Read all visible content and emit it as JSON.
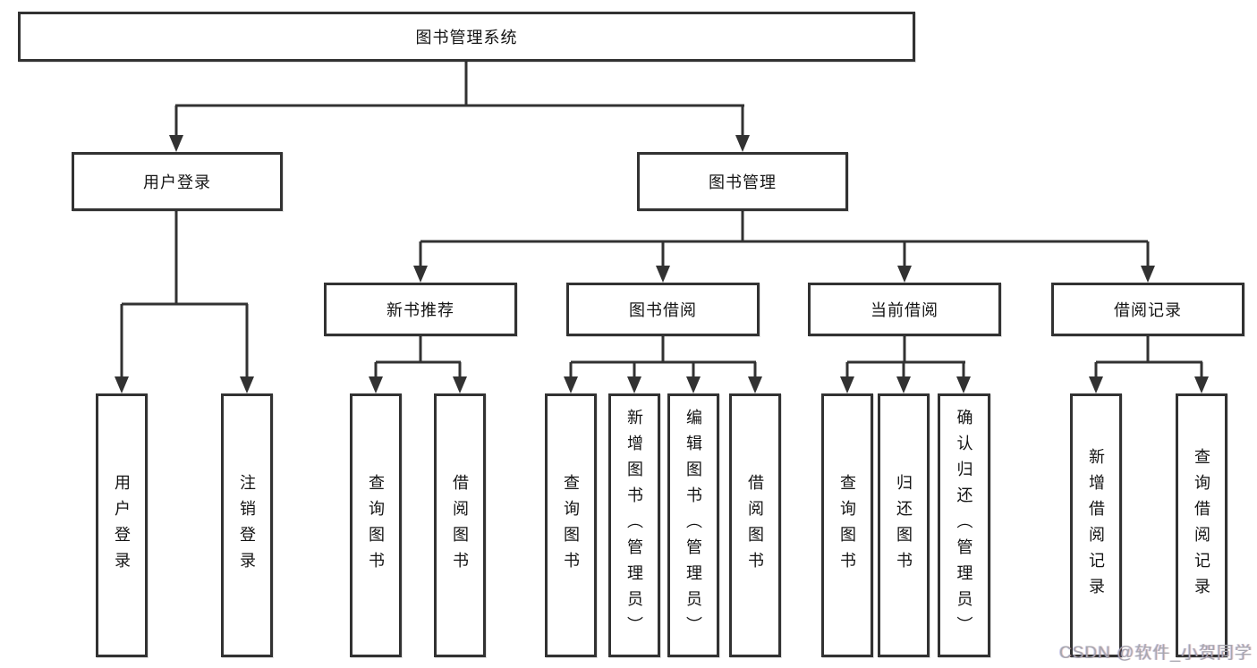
{
  "tree": {
    "label": "图书管理系统",
    "children": [
      {
        "label": "用户登录",
        "children": [
          {
            "label": "用户登录"
          },
          {
            "label": "注销登录"
          }
        ]
      },
      {
        "label": "图书管理",
        "children": [
          {
            "label": "新书推荐",
            "children": [
              {
                "label": "查询图书"
              },
              {
                "label": "借阅图书"
              }
            ]
          },
          {
            "label": "图书借阅",
            "children": [
              {
                "label": "查询图书"
              },
              {
                "label": "新增图书（管理员）"
              },
              {
                "label": "编辑图书（管理员）"
              },
              {
                "label": "借阅图书"
              }
            ]
          },
          {
            "label": "当前借阅",
            "children": [
              {
                "label": "查询图书"
              },
              {
                "label": "归还图书"
              },
              {
                "label": "确认归还（管理员）"
              }
            ]
          },
          {
            "label": "借阅记录",
            "children": [
              {
                "label": "新增借阅记录"
              },
              {
                "label": "查询借阅记录"
              }
            ]
          }
        ]
      }
    ]
  },
  "watermark": {
    "text": "CSDN @软件_小贺同学"
  },
  "colors": {
    "line": "#323232",
    "box_border": "#323232",
    "background": "#ffffff",
    "text": "#141414",
    "watermark_text": "#a7a7af"
  }
}
